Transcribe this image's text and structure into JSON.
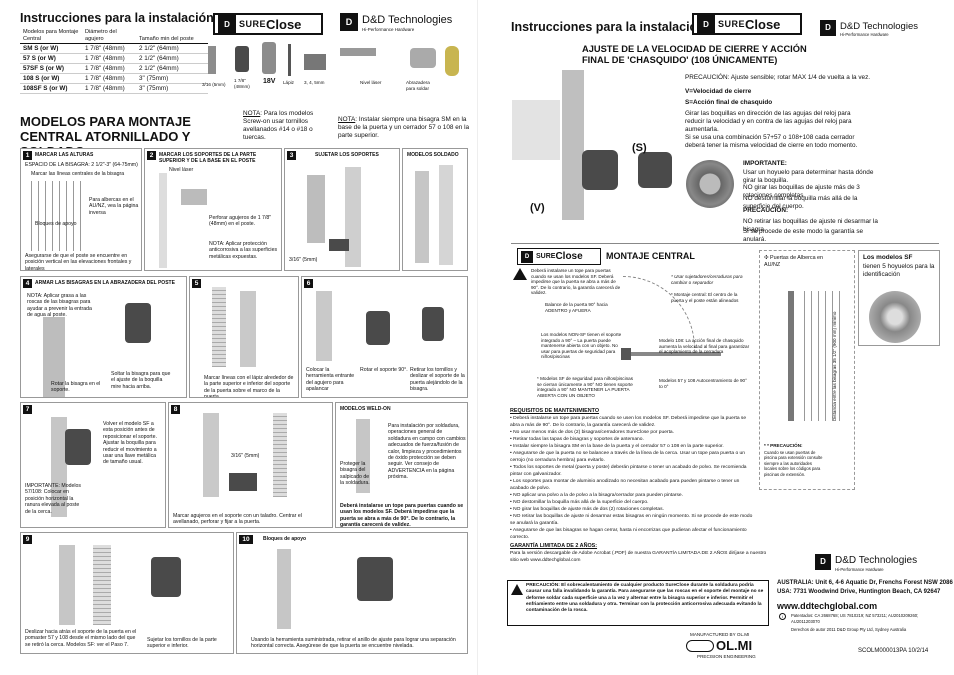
{
  "left": {
    "title": "Instrucciones para la instalación",
    "table": {
      "headers": [
        "Modelos para Montaje Central",
        "Diámetro del agujero",
        "Tamaño min del poste"
      ],
      "rows": [
        [
          "SM S (or W)",
          "1 7/8\" (48mm)",
          "2 1/2\" (64mm)"
        ],
        [
          "57 S (or W)",
          "1 7/8\" (48mm)",
          "2 1/2\" (64mm)"
        ],
        [
          "57SF S (or W)",
          "1 7/8\" (48mm)",
          "2 1/2\" (64mm)"
        ],
        [
          "108 S (or W)",
          "1 7/8\" (48mm)",
          "3\" (75mm)"
        ],
        [
          "108SF S (or W)",
          "1 7/8\" (48mm)",
          "3\" (75mm)"
        ]
      ]
    },
    "subtitle": "MODELOS PARA MONTAJE CENTRAL ATORNILLADO Y SOLDADO",
    "note1_label": "NOTA",
    "note1": ": Para los modelos Screw-on usar tornillos avellanados #14 o #18 o tuercas.",
    "note2_label": "NOTA",
    "note2": ": Instalar siempre una bisagra SM en la base de la puerta y un cerrador 57 o 108 en la parte superior.",
    "tools": [
      "3/16 (5mm)",
      "1 7/8\" (48mm)",
      "18V",
      "Lápiz",
      "3, 4, 5mm",
      "Nivel láser",
      "Abrazadera para soldar"
    ],
    "panels": [
      {
        "num": "1",
        "title": "MARCAR LAS ALTURAS",
        "t1": "ESPACIO DE LA BISAGRA: 2 1/2\"-3\" (64-75mm)",
        "t2": "Marcar las líneas centrales de la bisagra",
        "t3": "Para albercas en el AU/NZ, vea la página inversa",
        "t4": "Bloques de apoyo",
        "t5": "Asegurarse de que el poste se encuentre en posición vertical en las elevaciones frontales y laterales"
      },
      {
        "num": "2",
        "title": "MARCAR LOS SOPORTES DE LA PARTE SUPERIOR Y DE LA BASE EN EL POSTE",
        "t1": "Nivel láser",
        "t2": "Perforar agujeros de 1 7/8\" (48mm) en el poste.",
        "t3": "NOTA: Aplicar protección anticorrosiva a las superficies metálicas expuestas."
      },
      {
        "num": "3",
        "title": "SUJETAR LOS SOPORTES",
        "t1": "3/16\" (5mm)"
      },
      {
        "num": "",
        "title": "MODELOS SOLDADO"
      },
      {
        "num": "4",
        "title": "ARMAR LAS BISAGRAS EN LA ABRAZADERA DEL POSTE",
        "t1": "NOTA: Aplicar grasa a las roscas de las bisagras para ayudar a prevenir la entrada de agua al poste.",
        "t2": "Rotar la bisagra en el soporte.",
        "t3": "Soltar la bisagra para que el ajuste de la boquilla mire hacia arriba."
      },
      {
        "num": "5",
        "title": "",
        "t1": "Marcar líneas con el lápiz alrededor de la parte superior e inferior del soporte de la puerta sobre el marco de la puerta."
      },
      {
        "num": "6",
        "title": "",
        "t1": "Colocar la herramienta entrante del agujero para apalancar",
        "t2": "Rotar el soporte 90°.",
        "t3": "Retirar los tornillos y deslizar el soporte de la puerta alejándolo de la bisagra."
      },
      {
        "num": "7",
        "title": "",
        "t1": "Volver el modelo SF a esta posición antes de reposicionar el soporte. Ajustar la boquilla para reducir el movimiento a usar una llave metálica de tamaño usual.",
        "t2": "IMPORTANTE: Modelos 57/108: Colocar en posición horizontal la ranura elevada al poste de la cerca."
      },
      {
        "num": "8",
        "title": "",
        "t1": "3/16\" (5mm)",
        "t2": "Marcar agujeros en el soporte con un taladro. Centrar el avellanado, perforar y fijar a la puerta."
      },
      {
        "num": "",
        "title": "MODELOS WELD-ON",
        "t1": "Proteger la bisagra del salpicado de la soldadura.",
        "t2": "Para instalación por soldadura, operaciones general de soldadura en campo con cambios adecuados de fuerza/fusión de calor, limpieza y procedimientos de óxido protección se deben seguir. Ver consejo de ADVERTENCIA en la página próxima.",
        "t3": "Deberá instalarse un tope para puertas cuando se usan los modelos SF. Deberá impedirse que la puerta se abra a más de 90°. De lo contrario, la garantía carecerá de validez."
      },
      {
        "num": "9",
        "title": "",
        "t1": "Deslizar hacia atrás el soporte de la puerta en el pomaster 57 y 108 desde el mismo lado del que se retiró la cerca. Modelos SF: ver el Paso 7.",
        "t2": "Sujetar los tornillos de la parte superior e inferior."
      },
      {
        "num": "10",
        "title": "Bloques de apoyo",
        "t1": "Usando la herramienta suministrada, retirar el anillo de ajuste para lograr una separación horizontal correcta. Asegúrese de que la puerta se encuentre nivelada."
      }
    ]
  },
  "right": {
    "title": "Instrucciones para la instalación",
    "adjust_title": "AJUSTE DE LA VELOCIDAD DE CIERRE Y ACCIÓN FINAL DE 'CHASQUIDO' (108 ÚNICAMENTE)",
    "precaution1": "PRECAUCIÓN: Ajuste sensible; rotar MAX 1/4 de vuelta a la vez.",
    "v_line": "V=Velocidad de cierre",
    "s_line": "S=Acción final de chasquido",
    "adjust_text1": "Girar las boquillas en dirección de las agujas del reloj para reducir la velocidad y en contra de las agujas del reloj para aumentarla.",
    "adjust_text2": "Si se usa una combinación 57+57 o 108+108 cada cerrador deberá tener la misma velocidad de cierre en todo momento.",
    "label_s": "(S)",
    "label_v": "(V)",
    "important_title": "IMPORTANTE:",
    "important_text": "Usar un hoyuelo para determinar hasta dónde girar la boquilla.",
    "no1": "NO girar las boquillas de ajuste más de 3 rotaciones completas.",
    "no2": "NO destornillar la boquilla más allá de la superficie del cuerpo.",
    "precaution2_title": "PRECAUCIÓN:",
    "precaution2_a": "NO retirar las boquillas de ajuste ni desarmar la bisagra.",
    "precaution2_b": "Si se procede de este modo la garantía se anulará.",
    "montaje_title": "MONTAJE CENTRAL",
    "diagram": {
      "warn": "Deberá instalarse un tope para puertas cuando se usan los modelos SF. Deberá impedirse que la puerta se abra a más de 90°. De lo contrario, la garantía carecerá de validez.",
      "balance": "Balance de la puerta 90° hacia ADENTRO y AFUERA",
      "nonsf": "Los modelos NON-SF tienen el soporte integrado a 90° – La puerta puede mantenerse abierta con un objeto. No usar para puertas de seguridad para niños/piscinas",
      "sf": "* Modelos SF de seguridad para niños/piscinas se cierran únicamente a 90° NO tienen soporte integrado a 90° NO MANTENER LA PUERTA ABIERTA CON UN OBJETO",
      "stop_note": "* Usar sujetadores/cerraduras para cambiar o separador",
      "montaje_control": "* Montaje central: El centro de la puerta y el poste están alineados",
      "model108": "Modelo 108: La acción final de chasquido aumenta la velocidad al final para garantizar el acoplamiento de la cerradura",
      "model57": "Modelos 57 y 108 Autocentramiento de 90° to 0°"
    },
    "pool": {
      "label": "Puertas de Alberca en AU/NZ",
      "vertical": "Distancia entre las bisagras 35 1/2\" (900 mm) mínimo",
      "precaution_title": "* * PRECAUCIÓN:",
      "precaution_text": "Cuando se usan puertas de piscina para extensión consulte siempre a las autoridades locales sobre los códigos para piscinas de extensión."
    },
    "sf_box": {
      "title": "Los modelos SF",
      "text": "tienen 5 hoyuelos para la identificación"
    },
    "maint_title": "REQUISITOS DE MANTENIMIENTO",
    "maint": [
      "Deberá instalarse un tope para puertas cuando se usen los modelos SF. Deberá impedirse que la puerta se abra a más de 90°. De lo contrario, la garantía carecerá de validez.",
      "No usar menos más de dos (2) bisagras/cerradores SureClose por puerta.",
      "Retirar todas las tapas de bisagras y soportes de antemano.",
      "Instalar siempre la bisagra SM en la base de la puerta y el cerrador 57 o 108 en la parte superior.",
      "Asegurarse de que la puerta no se balancee a través de la línea de la cerca. Usar un tope para puerta o un cerrojo (no cerradura hembra) para evitarlo.",
      "Todos los soportes de metal (puerta y poste) deberán pintarse o tener un acabado de polvo. Se recomienda pintar con galvanizador.",
      "Los soportes para montar de aluminio anodizado no necesitan acabado para pueden pintarse o tener un acabado de polvo.",
      "NO aplicar una polvo a la de polvo a la bisagra/cerrador para pueden pintarse.",
      "NO destornillar la boquilla más allá de la superficie del cuerpo.",
      "NO girar las boquillas de ajuste más de dos (2) rotaciones completas.",
      "NO retirar las boquillas de ajuste ni desarmar estas bisagras en ningún momento. Si se procede de este modo se anulará la garantía.",
      "Asegurarse de que las bisagras se hagan cerrar, hasta ni encorrizas que pudieran afectar el funcionamiento correcto."
    ],
    "warranty_title": "GARANTÍA LIMITADA DE 2 AÑOS:",
    "warranty_text": "Para la versión descargable de Adobe Acrobat (.PDF) de nuestra GARANTÍA LIMITADA DE 2 AÑOS diríjase a nuestro sitio web www.ddtechglobal.com",
    "weld_warning": "PRECAUCIÓN: El sobrecalentamiento de cualquier producto SureClose durante la soldadura podría causar una falla invalidando la garantía. Para asegurarse que las roscas en el soporte del montaje no se deforme soldar cada superficie una a la vez y alternar entre la bisagra superior e inferior. Permitir el enfriamiento entre una soldadura y otra. Terminar con la protección anticorrosiva adecuada evitando la contaminación de la rosca.",
    "company": {
      "name": "D&D Technologies",
      "tagline": "Hi-Performance Hardware",
      "australia": "AUSTRALIA: Unit 6, 4-6 Aquatic Dr, Frenchs Forest NSW 2086",
      "usa": "USA: 7731 Woodwind Drive, Huntington Beach, CA 92647",
      "web": "www.ddtechglobal.com",
      "patents": "Patentados: CA 2668768; US 7810219; NZ 573211; AU2010209260; AU2011203070",
      "copyright": "Derechos de autor 2011 D&D Group Pty Ltd, Sydney Australia",
      "doc_code": "SCOLM000013PA 10/2/14",
      "manufactured": "MANUFACTURED BY OL.MI",
      "olmi": "OL.MI",
      "precision": "PRECISION ENGINEERING"
    }
  },
  "brand": {
    "sure": "SURE",
    "close": "Close",
    "dd": "D&D Technologies",
    "dd_tag": "Hi-Performance Hardware"
  }
}
